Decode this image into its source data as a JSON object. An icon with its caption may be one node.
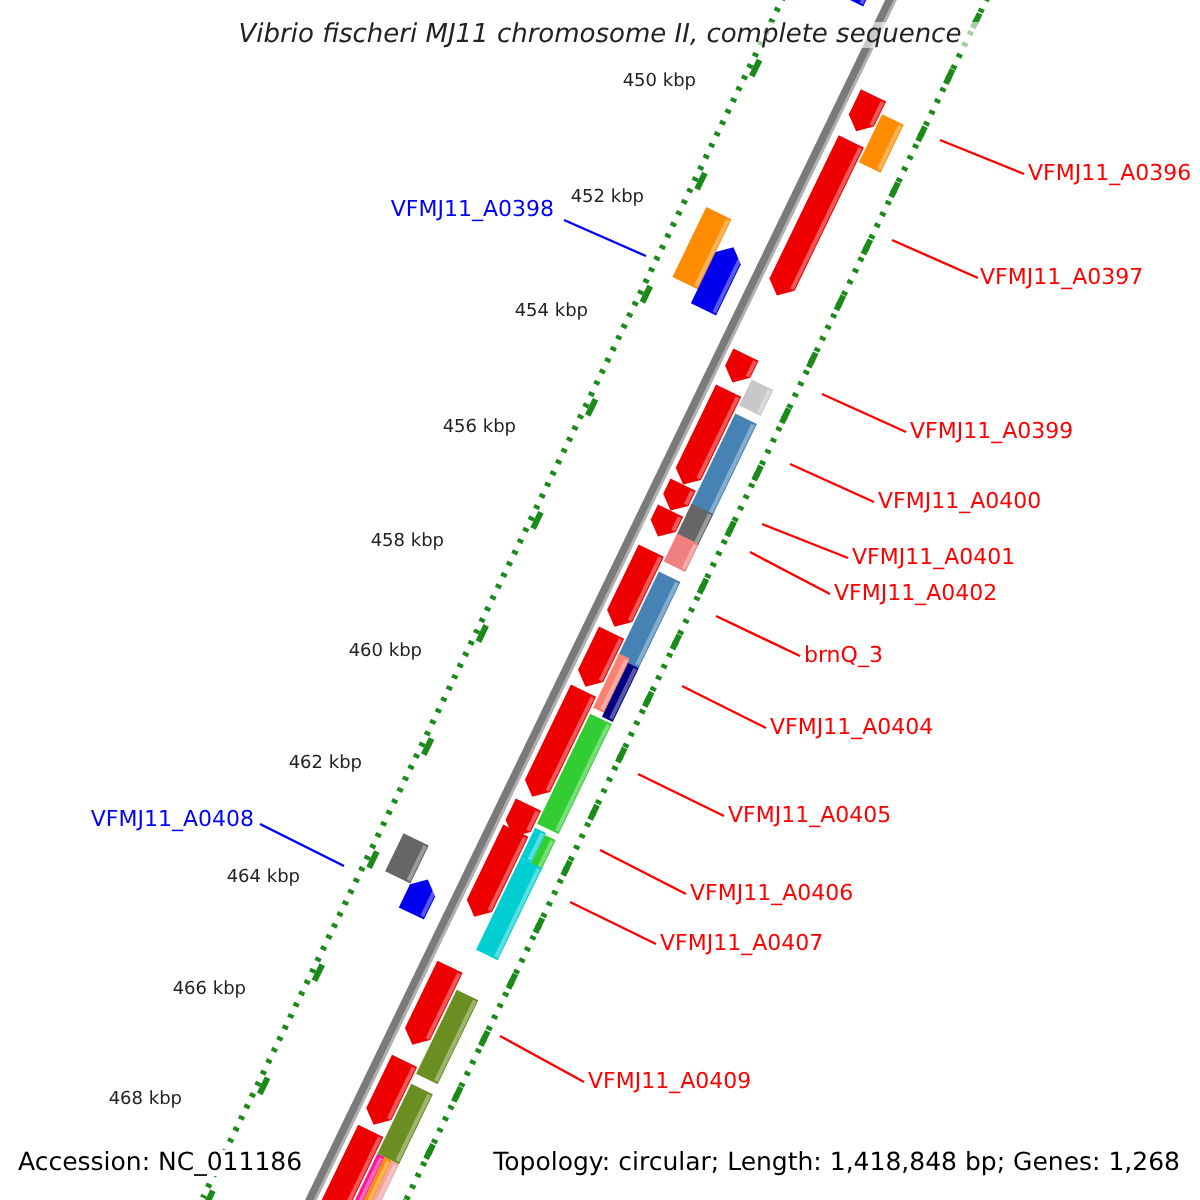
{
  "diagram": {
    "title": "Vibrio fischeri MJ11 chromosome II, complete sequence",
    "nodes": [
      {
        "text": [
          "VFMJ11_A0396"
        ]
      },
      {
        "text": [
          "VFMJ11_A0397"
        ]
      },
      {
        "text": [
          "VFMJ11_A0398"
        ]
      },
      {
        "text": [
          "VFMJ11_A0399"
        ]
      },
      {
        "text": [
          "VFMJ11_A0400"
        ]
      },
      {
        "text": [
          "VFMJ11_A0401"
        ]
      },
      {
        "text": [
          "VFMJ11_A0402"
        ]
      },
      {
        "text": [
          "brnQ_3"
        ]
      },
      {
        "text": [
          "VFMJ11_A0404"
        ]
      },
      {
        "text": [
          "VFMJ11_A0405"
        ]
      },
      {
        "text": [
          "VFMJ11_A0408"
        ]
      },
      {
        "text": [
          "VFMJ11_A0406"
        ]
      },
      {
        "text": [
          "VFMJ11_A0407"
        ]
      },
      {
        "text": [
          "VFMJ11_A0409"
        ]
      }
    ],
    "edges": [
      {
        "from": 0,
        "to": null,
        "arrow": "none"
      },
      {
        "from": 1,
        "to": null,
        "arrow": "none"
      },
      {
        "from": 2,
        "to": null,
        "arrow": "none",
        "color": "#0000ff"
      },
      {
        "from": 3,
        "to": null,
        "arrow": "none"
      },
      {
        "from": 4,
        "to": null,
        "arrow": "none"
      },
      {
        "from": 5,
        "to": null,
        "arrow": "none"
      },
      {
        "from": 6,
        "to": null,
        "arrow": "none"
      },
      {
        "from": 7,
        "to": null,
        "arrow": "none"
      },
      {
        "from": 8,
        "to": null,
        "arrow": "none"
      },
      {
        "from": 9,
        "to": null,
        "arrow": "none"
      },
      {
        "from": 10,
        "to": null,
        "arrow": "none",
        "color": "#0000ff"
      },
      {
        "from": 11,
        "to": null,
        "arrow": "none"
      },
      {
        "from": 12,
        "to": null,
        "arrow": "none"
      },
      {
        "from": 13,
        "to": null,
        "arrow": "none"
      }
    ],
    "labels": [
      "450 kbp",
      "452 kbp",
      "454 kbp",
      "456 kbp",
      "458 kbp",
      "460 kbp",
      "462 kbp",
      "464 kbp",
      "466 kbp",
      "468 kbp",
      "Accession: NC_011186",
      "Topology: circular; Length: 1,418,848 bp; Genes: 1,268"
    ]
  }
}
